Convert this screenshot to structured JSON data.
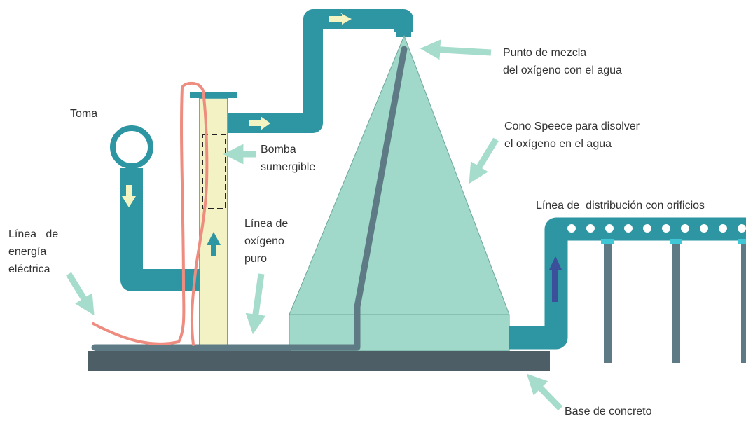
{
  "labels": {
    "toma": "Toma",
    "linea_energia_1": "Línea   de",
    "linea_energia_2": "energía",
    "linea_energia_3": "eléctrica",
    "bomba_1": "Bomba",
    "bomba_2": "sumergible",
    "oxigeno_1": "Línea de",
    "oxigeno_2": "oxígeno",
    "oxigeno_3": "puro",
    "mezcla_1": "Punto de mezcla",
    "mezcla_2": "del oxígeno con el agua",
    "cono_1": "Cono Speece para disolver",
    "cono_2": "el oxígeno en el agua",
    "distribucion": "Línea de  distribución con orificios",
    "base": "Base de concreto"
  },
  "colors": {
    "pipe": "#2e95a3",
    "cone": "#a0d8c9",
    "pump_column": "#f2f2c4",
    "base": "#4d5e66",
    "oxygen_line": "#5e7b85",
    "power_cable": "#ee8c80",
    "callout_arrow": "#a6dccb",
    "flow_arrow_light": "#f4f4c2",
    "flow_arrow_dark": "#3b4f9a",
    "label_text": "#333333"
  },
  "icons": {
    "flow_arrow": "arrow-icon",
    "callout": "callout-arrow-icon",
    "orifice": "orifice-icon"
  }
}
